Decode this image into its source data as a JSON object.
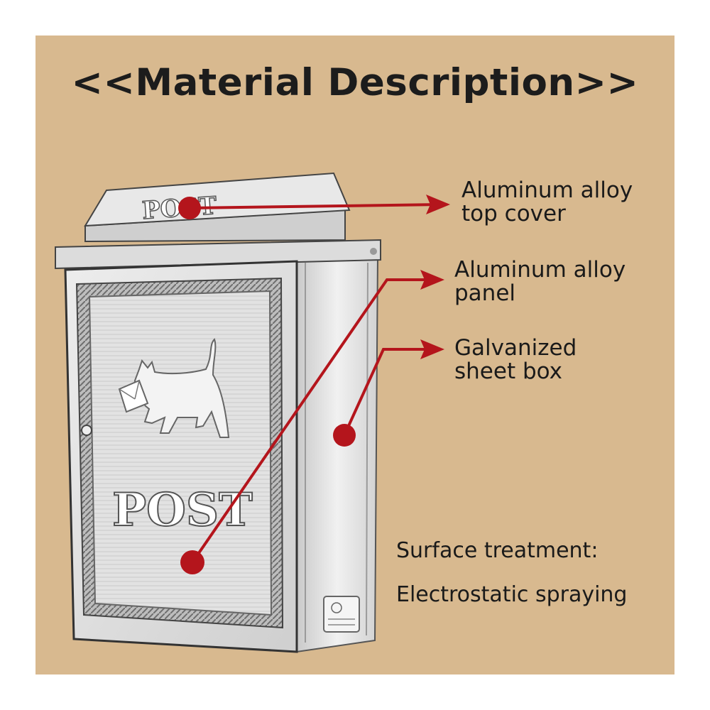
{
  "title": "<<Material Description>>",
  "callouts": {
    "top_cover": {
      "line1": "Aluminum alloy",
      "line2": "top cover"
    },
    "panel": {
      "line1": "Aluminum alloy",
      "line2": "panel"
    },
    "box": {
      "line1": "Galvanized",
      "line2": "sheet box"
    }
  },
  "surface": {
    "heading": "Surface treatment:",
    "value": "Electrostatic spraying"
  },
  "mailbox": {
    "lid_text": "POST",
    "front_text": "POST"
  },
  "colors": {
    "background": "#d8b98f",
    "accent": "#b4151c",
    "text": "#1a1a1a"
  }
}
